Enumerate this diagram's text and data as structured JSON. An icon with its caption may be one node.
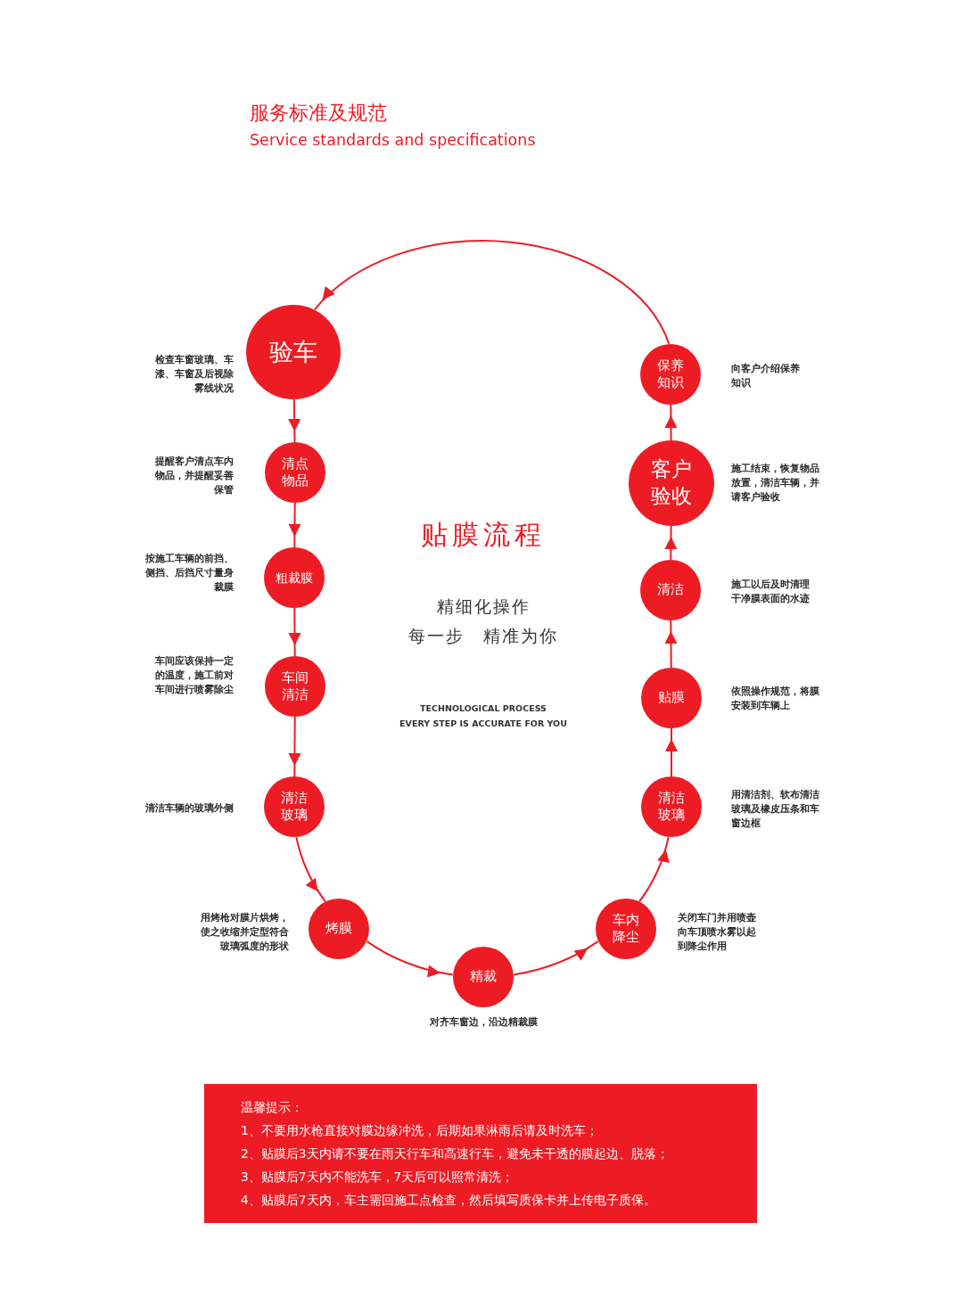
{
  "diagram": {
    "title": "服务标准及规范",
    "nodes": [
      {
        "text": [
          "验车"
        ],
        "beside": [
          "检查车窗玻璃、车漆、车窗及后视除雾线状况"
        ]
      },
      {
        "text": [
          "清点物品"
        ],
        "beside": [
          "提醒客户清点车内物品，并提醒妥善保管"
        ]
      },
      {
        "text": [
          "粗裁膜"
        ],
        "beside": [
          "按施工车辆的前挡、侧挡、后挡尺寸量身裁膜"
        ]
      },
      {
        "text": [
          "车间清洁"
        ],
        "beside": [
          "车间应该保持一定的温度，施工前对车间进行喷雾除尘"
        ]
      },
      {
        "text": [
          "清洁玻璃"
        ],
        "beside": [
          "清洁车辆的玻璃外侧"
        ]
      },
      {
        "text": [
          "烤膜"
        ],
        "beside": [
          "用烤枪对膜片烘烤，使之收缩并定型符合玻璃弧度的形状"
        ]
      },
      {
        "text": [
          "精裁"
        ],
        "beside": [
          "对齐车窗边，沿边精裁膜"
        ]
      },
      {
        "text": [
          "车内降尘"
        ],
        "beside": [
          "关闭车门并用喷壶向车顶喷水雾以起到降尘作用"
        ]
      },
      {
        "text": [
          "清洁玻璃"
        ],
        "beside": [
          "用清洁剂、软布清洁玻璃及橡皮压条和车窗边框"
        ]
      },
      {
        "text": [
          "贴膜"
        ],
        "beside": [
          "依照操作规范，将膜安装到车辆上"
        ]
      },
      {
        "text": [
          "清洁"
        ],
        "beside": [
          "施工以后及时清理干净膜表面的水迹"
        ]
      },
      {
        "text": [
          "客户验收"
        ],
        "beside": [
          "施工结束，恢复物品放置，清洁车辆，并请客户验收"
        ]
      },
      {
        "text": [
          "保养知识"
        ],
        "beside": [
          "向客户介绍保养知识"
        ]
      },
      {
        "text": [
          "温馨提示：",
          "1、不要用水枪直接对膜边缘冲洗，后期如果淋雨后请及时洗车；",
          "2、贴膜后3天内请不要在雨天行车和高速行车，避免未干透的膜起边、脱落；",
          "3、贴膜后7天内不能洗车，7天后可以照常清洗；",
          "4、贴膜后7天内，车主需回施工点检查，然后填写质保卡并上传电子质保。"
        ]
      }
    ],
    "edges": [
      {
        "from": 0,
        "to": 1,
        "arrow": "to"
      },
      {
        "from": 1,
        "to": 2,
        "arrow": "to"
      },
      {
        "from": 2,
        "to": 3,
        "arrow": "to"
      },
      {
        "from": 3,
        "to": 4,
        "arrow": "to"
      },
      {
        "from": 4,
        "to": 5,
        "arrow": "to"
      },
      {
        "from": 5,
        "to": 6,
        "arrow": "to"
      },
      {
        "from": 6,
        "to": 7,
        "arrow": "to"
      },
      {
        "from": 7,
        "to": 8,
        "arrow": "to"
      },
      {
        "from": 8,
        "to": 9,
        "arrow": "to"
      },
      {
        "from": 9,
        "to": 10,
        "arrow": "to"
      },
      {
        "from": 10,
        "to": 11,
        "arrow": "to"
      },
      {
        "from": 11,
        "to": 12,
        "arrow": "to"
      },
      {
        "from": 12,
        "to": 0,
        "arrow": "to"
      }
    ],
    "labels": [
      "Service standards and specifications",
      "贴膜流程",
      "精细化操作",
      "每一步 精准为你",
      "TECHNOLOGICAL PROCESS",
      "EVERY STEP IS ACCURATE FOR YOU"
    ]
  }
}
